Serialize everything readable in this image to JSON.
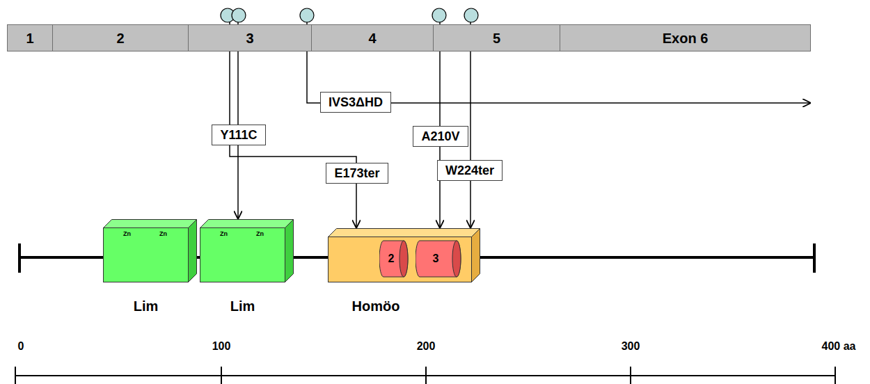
{
  "diagram": {
    "nodes": [
      {
        "text": [
          "1"
        ]
      },
      {
        "text": [
          "2"
        ]
      },
      {
        "text": [
          "3"
        ]
      },
      {
        "text": [
          "4"
        ]
      },
      {
        "text": [
          "5"
        ]
      },
      {
        "text": [
          "Exon 6"
        ]
      },
      {
        "text": [
          "IVS3ΔHD"
        ]
      },
      {
        "text": [
          "Y111C"
        ]
      },
      {
        "text": [
          "E173ter"
        ]
      },
      {
        "text": [
          "A210V"
        ]
      },
      {
        "text": [
          "W224ter"
        ]
      },
      {
        "text": [
          "Zn",
          "Zn",
          "Lim"
        ]
      },
      {
        "text": [
          "Zn",
          "Zn",
          "Lim"
        ]
      },
      {
        "text": [
          "Homöo"
        ]
      },
      {
        "text": [
          "2"
        ],
        "in": 13
      },
      {
        "text": [
          "3"
        ],
        "in": 13
      }
    ],
    "edges": [
      {
        "from": 7,
        "to": 12,
        "arrow": "to"
      },
      {
        "from": 8,
        "to": 13,
        "arrow": "to"
      },
      {
        "from": 9,
        "to": 13,
        "arrow": "to"
      },
      {
        "from": 10,
        "to": 13,
        "arrow": "to"
      }
    ],
    "labels": [
      "0",
      "100",
      "200",
      "300",
      "400 aa"
    ]
  }
}
